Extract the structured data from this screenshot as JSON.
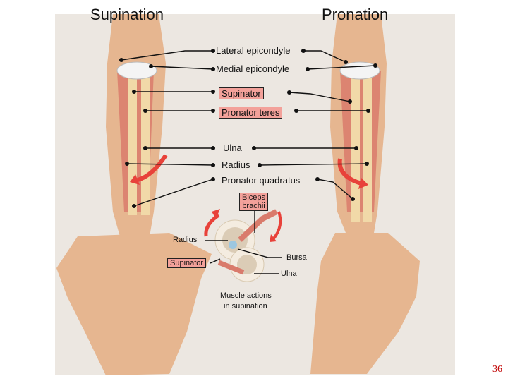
{
  "titles": {
    "left": "Supination",
    "right": "Pronation"
  },
  "labels": {
    "lateral_epicondyle": "Lateral epicondyle",
    "medial_epicondyle": "Medial epicondyle",
    "supinator": "Supinator",
    "pronator_teres": "Pronator teres",
    "ulna": "Ulna",
    "radius": "Radius",
    "pronator_quadratus": "Pronator quadratus"
  },
  "inset": {
    "biceps_line1": "Biceps",
    "biceps_line2": "brachii",
    "radius": "Radius",
    "supinator": "Supinator",
    "bursa": "Bursa",
    "ulna": "Ulna",
    "caption_line1": "Muscle actions",
    "caption_line2": "in supination"
  },
  "page_number": "36",
  "colors": {
    "muscle": "#d97b6c",
    "bone": "#f1d9a8",
    "skin": "#e6b690",
    "arrow": "#e8423a",
    "label_box": "#f3a19a",
    "page_number": "#c00000"
  }
}
